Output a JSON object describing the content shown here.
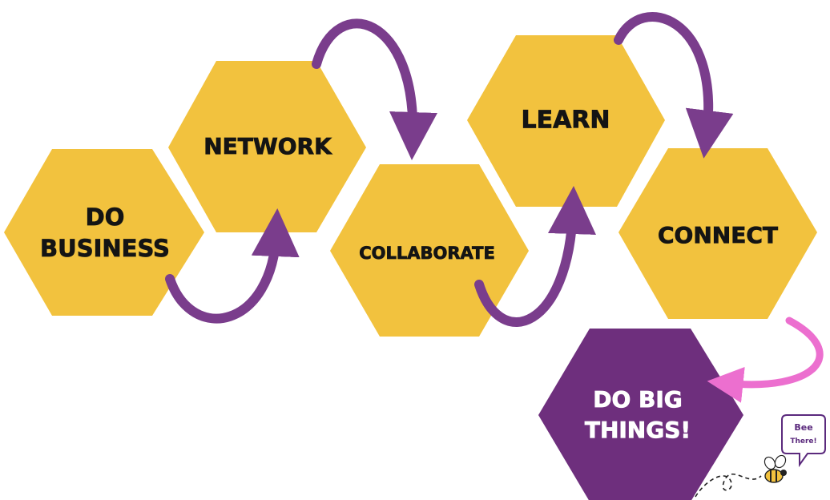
{
  "colors": {
    "hexagon": "#f2c23e",
    "final_hexagon": "#6e2f7d",
    "arrow": "#7a3d8c",
    "final_arrow": "#ec6fcf",
    "text_dark": "#141414",
    "text_light": "#ffffff"
  },
  "steps": [
    {
      "id": "do-business",
      "lines": [
        "DO",
        "BUSINESS"
      ]
    },
    {
      "id": "network",
      "lines": [
        "NETWORK"
      ]
    },
    {
      "id": "collaborate",
      "lines": [
        "COLLABORATE"
      ]
    },
    {
      "id": "learn",
      "lines": [
        "LEARN"
      ]
    },
    {
      "id": "connect",
      "lines": [
        "CONNECT"
      ]
    }
  ],
  "final_step": {
    "id": "do-big-things",
    "lines": [
      "DO BIG",
      "THINGS!"
    ]
  },
  "mascot": {
    "icon": "bee-icon",
    "speech_bubble": [
      "Bee",
      "There!"
    ]
  }
}
